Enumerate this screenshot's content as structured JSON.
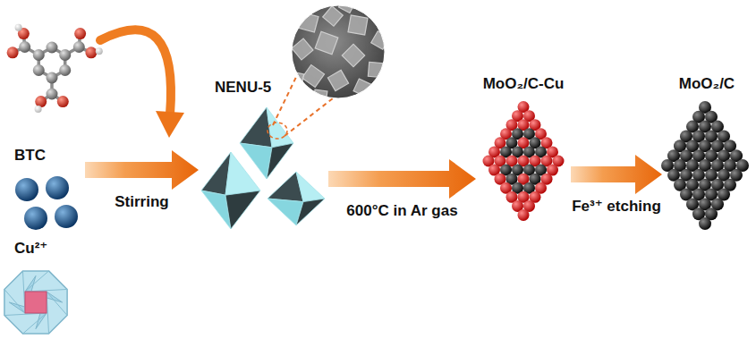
{
  "diagram": {
    "nodes": [
      {
        "text": [
          "BTC"
        ]
      },
      {
        "text": [
          "Cu²⁺"
        ]
      },
      {
        "text": [
          "NENU-5"
        ]
      },
      {
        "text": [
          "MoO₂/C-Cu"
        ]
      },
      {
        "text": [
          "MoO₂/C"
        ]
      }
    ],
    "edges": [
      {
        "from": 1,
        "to": 2,
        "label": "Stirring",
        "arrow": "to"
      },
      {
        "from": 2,
        "to": 3,
        "label": "600°C in Ar gas",
        "arrow": "to"
      },
      {
        "from": 3,
        "to": 4,
        "label": "Fe³⁺ etching",
        "arrow": "to"
      }
    ]
  }
}
